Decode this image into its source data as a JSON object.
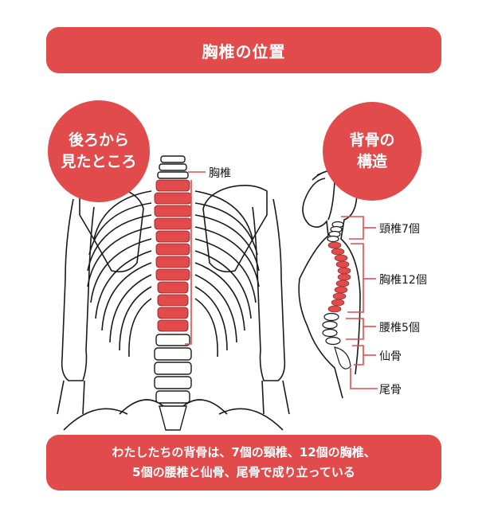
{
  "title": "胸椎の位置",
  "back_view": {
    "line1": "後ろから",
    "line2": "見たところ",
    "label_thoracic": "胸椎"
  },
  "structure_view": {
    "line1": "背骨の",
    "line2": "構造",
    "labels": [
      "頸椎7個",
      "胸椎12個",
      "腰椎5個",
      "仙骨",
      "尾骨"
    ]
  },
  "caption": {
    "line1": "わたしたちの背骨は、7個の頸椎、12個の胸椎、",
    "line2": "5個の腰椎と仙骨、尾骨で成り立っている"
  },
  "colors": {
    "accent": "#e24b4b",
    "line": "#1a1a1a"
  }
}
